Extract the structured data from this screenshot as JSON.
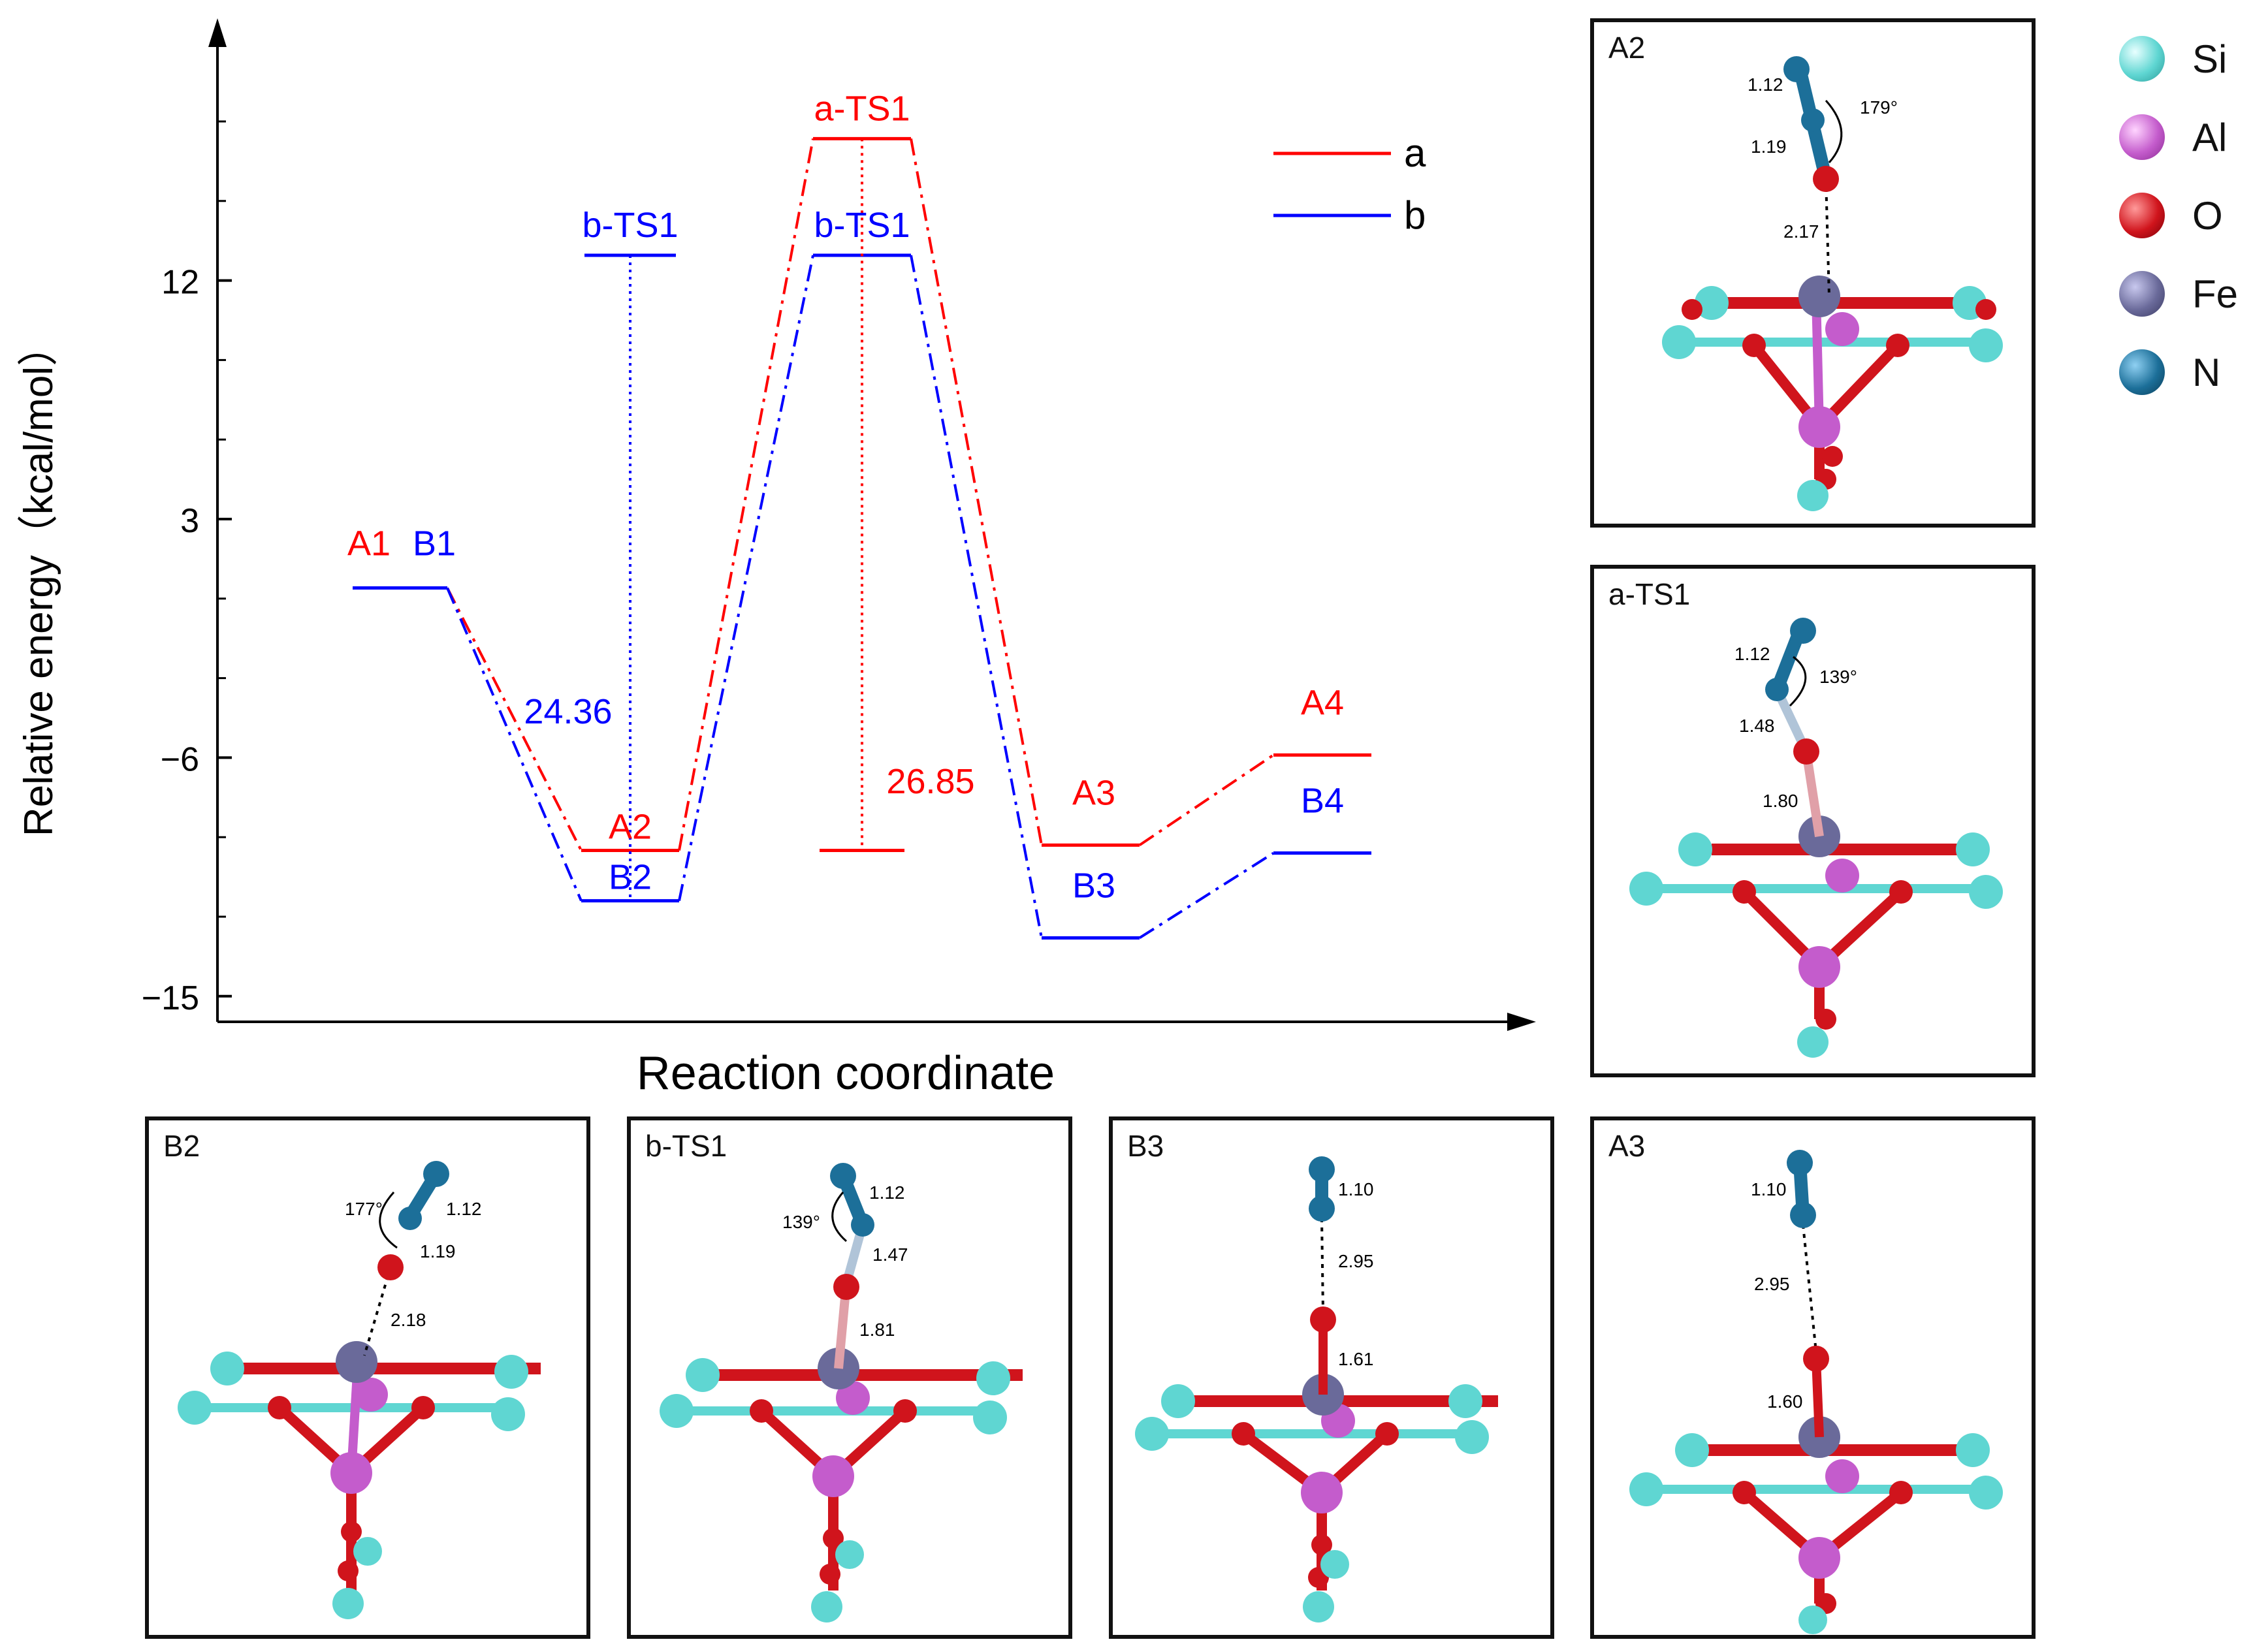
{
  "chart_data": {
    "type": "line",
    "ylabel": "Relative energy（kcal/mol）",
    "xlabel": "Reaction coordinate",
    "ylim": [
      -16,
      21
    ],
    "yticks": [
      12,
      3,
      -6,
      -15
    ],
    "legend": {
      "position": "top-right",
      "entries": [
        {
          "name": "a",
          "color": "#ff0000"
        },
        {
          "name": "b",
          "color": "#0000ff"
        }
      ]
    },
    "series": [
      {
        "name": "a",
        "color": "#ff0000",
        "levels": [
          {
            "x": 0,
            "label": "A1",
            "y": 0.4
          },
          {
            "x": 1,
            "label": "A2",
            "y": -9.5
          },
          {
            "x": 2,
            "label": "a-TS1",
            "y": 17.35
          },
          {
            "x": 3,
            "label": "A3",
            "y": -9.3
          },
          {
            "x": 4,
            "label": "A4",
            "y": -5.9
          }
        ]
      },
      {
        "name": "b",
        "color": "#0000ff",
        "levels": [
          {
            "x": 0,
            "label": "B1",
            "y": 0.4
          },
          {
            "x": 1,
            "label": "B2",
            "y": -11.4
          },
          {
            "x": 2,
            "label": "b-TS1",
            "y": 12.95
          },
          {
            "x": 3,
            "label": "B3",
            "y": -12.8
          },
          {
            "x": 4,
            "label": "B4",
            "y": -9.6
          }
        ]
      }
    ],
    "extra_levels": [
      {
        "x": 1.35,
        "label": "b-TS1",
        "y": 12.95,
        "color": "#0000ff"
      },
      {
        "x": 2,
        "label": "",
        "y": -9.5,
        "color": "#ff0000"
      }
    ],
    "barriers": [
      {
        "value": "24.36",
        "color": "#0000ff",
        "from": -11.4,
        "to": 12.95
      },
      {
        "value": "26.85",
        "color": "#ff0000",
        "from": -9.5,
        "to": 17.35
      }
    ]
  },
  "panels": {
    "A2": {
      "label": "A2",
      "bonds": [
        "1.12",
        "1.19",
        "2.17"
      ],
      "angle": "179°"
    },
    "aTS1": {
      "label": "a-TS1",
      "bonds": [
        "1.12",
        "1.48",
        "1.80"
      ],
      "angle": "139°"
    },
    "A3": {
      "label": "A3",
      "bonds": [
        "1.10",
        "2.95",
        "1.60"
      ]
    },
    "B2": {
      "label": "B2",
      "bonds": [
        "1.12",
        "1.19",
        "2.18"
      ],
      "angle": "177°"
    },
    "bTS1": {
      "label": "b-TS1",
      "bonds": [
        "1.12",
        "1.47",
        "1.81"
      ],
      "angle": "139°"
    },
    "B3": {
      "label": "B3",
      "bonds": [
        "1.10",
        "2.95",
        "1.61"
      ]
    }
  },
  "atom_legend": [
    {
      "symbol": "Si",
      "color": "#5fd6d2"
    },
    {
      "symbol": "Al",
      "color": "#c45ccc"
    },
    {
      "symbol": "O",
      "color": "#d0141c"
    },
    {
      "symbol": "Fe",
      "color": "#6a6a9a"
    },
    {
      "symbol": "N",
      "color": "#1c6f99"
    }
  ]
}
